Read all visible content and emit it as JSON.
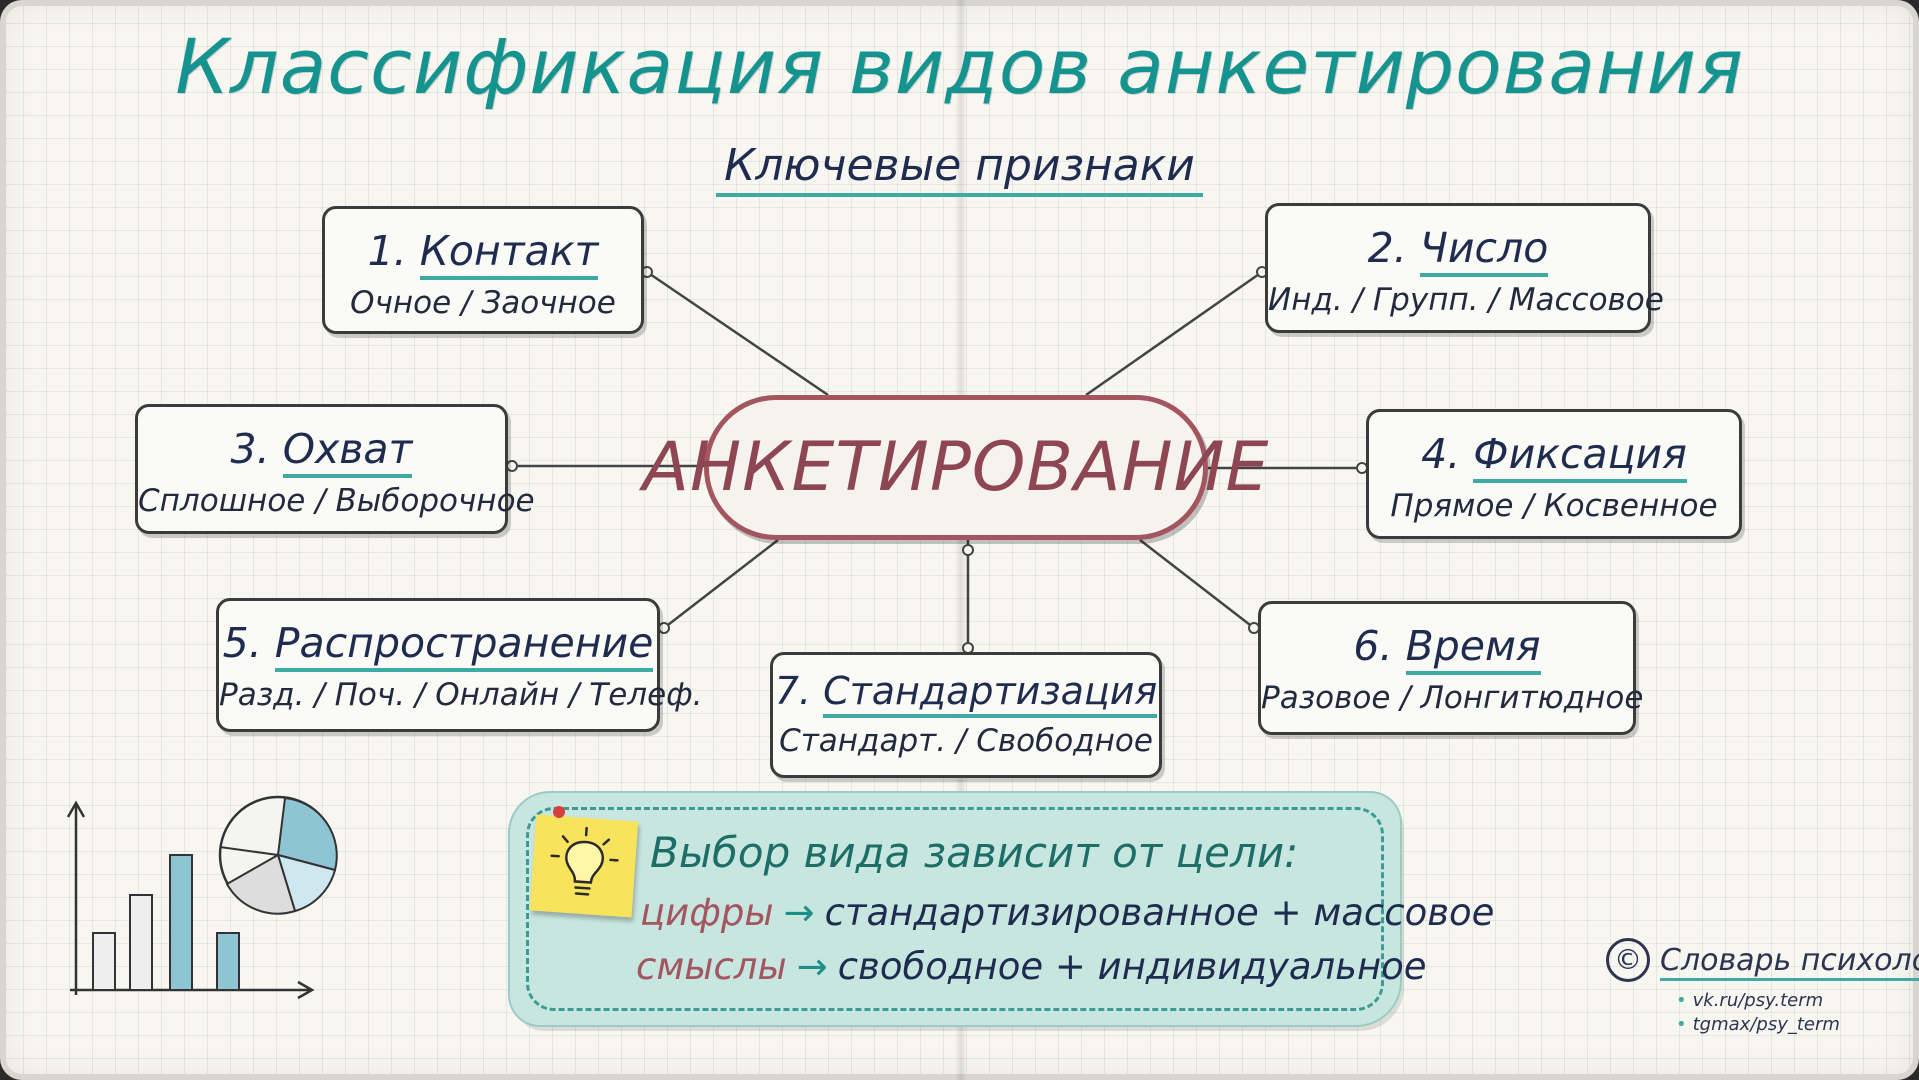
{
  "title": "Классификация видов анкетирования",
  "subtitle": "Ключевые признаки",
  "center_label": "АНКЕТИРОВАНИЕ",
  "criteria": [
    {
      "number": "1.",
      "name": "Контакт",
      "values": "Очное / Заочное"
    },
    {
      "number": "2.",
      "name": "Число",
      "values": "Инд. / Групп. / Массовое"
    },
    {
      "number": "3.",
      "name": "Охват",
      "values": "Сплошное / Выборочное"
    },
    {
      "number": "4.",
      "name": "Фиксация",
      "values": "Прямое / Косвенное"
    },
    {
      "number": "5.",
      "name": "Распространение",
      "values": "Разд. / Поч. / Онлайн / Телеф."
    },
    {
      "number": "6.",
      "name": "Время",
      "values": "Разовое / Лонгитюдное"
    },
    {
      "number": "7.",
      "name": "Стандартизация",
      "values": "Стандарт. / Свободное"
    }
  ],
  "note": {
    "heading": "Выбор вида зависит от цели:",
    "lines": [
      {
        "keyword": "цифры",
        "arrow": "→",
        "result": "стандартизированное + массовое"
      },
      {
        "keyword": "смыслы",
        "arrow": "→",
        "result": "свободное + индивидуальное"
      }
    ]
  },
  "credit": {
    "symbol": "©",
    "name": "Словарь психолога",
    "links": [
      "vk.ru/psy.term",
      "tgmax/psy_term"
    ]
  },
  "icons": [
    "lightbulb-icon",
    "bar-chart-icon",
    "pie-chart-icon",
    "pushpin-icon"
  ],
  "colors": {
    "title": "#15938f",
    "heading_text": "#1f2b4f",
    "underline": "#3fa9a3",
    "center_border": "#a35560",
    "note_bg": "#c8e6e0",
    "sticky": "#f8e45c"
  }
}
